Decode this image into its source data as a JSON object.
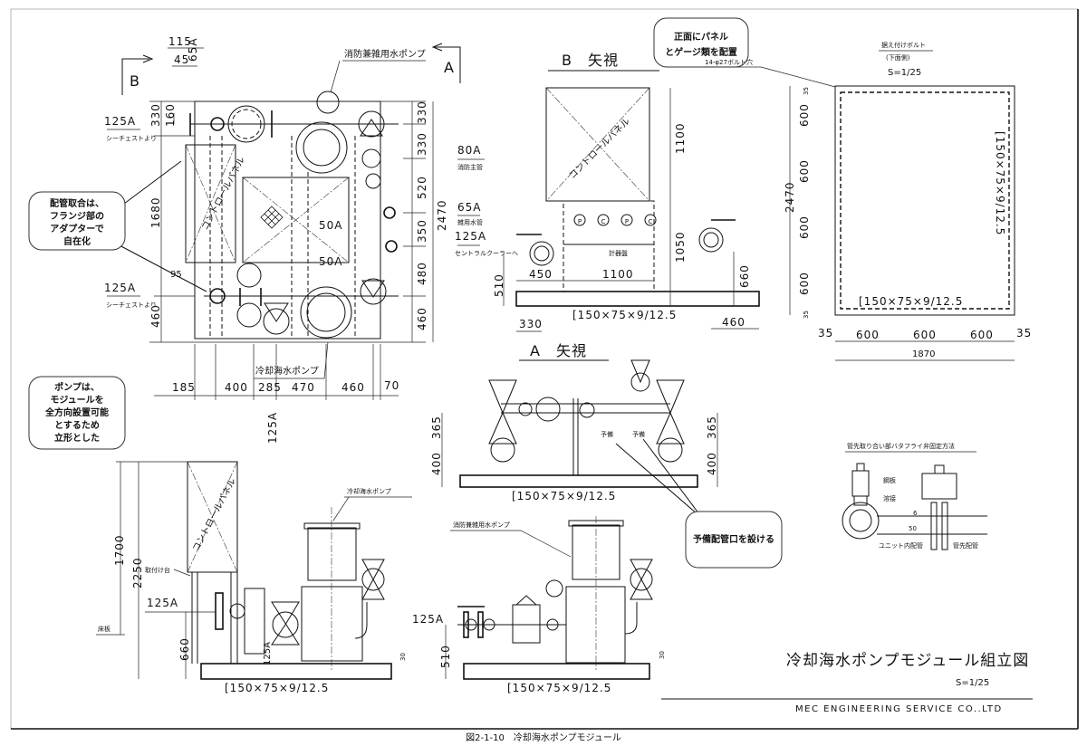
{
  "caption": "図2-1-10　冷却海水ポンプモジュール",
  "title_block": {
    "title": "冷却海水ポンプモジュール組立図",
    "scale": "S=1/25",
    "company": "MEC ENGINEERING SERVICE CO..LTD"
  },
  "callouts": {
    "piping": [
      "配管取合は、",
      "フランジ部の",
      "アダプターで",
      "自在化"
    ],
    "pump": [
      "ポンプは、",
      "モジュールを",
      "全方向設置可能",
      "とするため",
      "立形とした"
    ],
    "panel": [
      "正面にパネル",
      "とゲージ類を配置"
    ],
    "spare": "予備配管口を設ける"
  },
  "plan": {
    "marker_b": "B",
    "marker_a": "A",
    "top_65a": "65A",
    "fire_pump": "消防兼雑用水ポンプ",
    "cooling_pump": "冷却海水ポンプ",
    "control_panel": "コントロールパネル",
    "in_125a_top": "125A",
    "in_125a_top_note": "シーチェストより",
    "in_125a_bot": "125A",
    "in_125a_bot_note": "シーチェストより",
    "out_80a": "80A",
    "out_80a_note": "消防主管",
    "out_65a": "65A",
    "out_65a_note": "雑用水管",
    "out_125a": "125A",
    "out_125a_note": "セントラルクーラーへ",
    "bottom_125a": "125A",
    "pipe_50a_1": "50A",
    "pipe_50a_2": "50A",
    "dims_left": [
      "115",
      "45",
      "330",
      "160",
      "1680",
      "95",
      "460"
    ],
    "dims_right": [
      "330",
      "330",
      "520",
      "350",
      "480",
      "460",
      "2470"
    ],
    "dims_bottom": [
      "185",
      "400",
      "285",
      "470",
      "460",
      "70"
    ]
  },
  "view_b": {
    "title": "B　矢視",
    "control_panel": "コントロールパネル",
    "gauges": [
      "P",
      "C",
      "P",
      "C"
    ],
    "gauge_board": "計器盤",
    "dims": [
      "1100",
      "1050",
      "660",
      "450",
      "1100",
      "510",
      "330",
      "460"
    ],
    "channel": "[150×75×9/12.5"
  },
  "base_plan": {
    "title": "据え付けボルト",
    "subtitle": "(下面側)",
    "scale": "S=1/25",
    "bolt_holes": "14-φ27ボルト穴",
    "dims_left": [
      "35",
      "600",
      "600",
      "600",
      "600",
      "35",
      "2470"
    ],
    "dims_bottom": [
      "35",
      "600",
      "600",
      "600",
      "35",
      "1870"
    ],
    "channel_bottom": "[150×75×9/12.5",
    "channel_side": "[150×75×9/12.5"
  },
  "view_a": {
    "title": "A　矢視",
    "dims": [
      "365",
      "400",
      "365",
      "400"
    ],
    "spare": [
      "予備",
      "予備"
    ],
    "channel": "[150×75×9/12.5"
  },
  "elev_cooling": {
    "pump": "冷却海水ポンプ",
    "control_panel": "コントロールパネル",
    "mount": "取付け台",
    "floor": "床板",
    "inlet": "125A",
    "inlet2": "125A",
    "dims": [
      "1700",
      "2250",
      "660",
      "30"
    ],
    "channel": "[150×75×9/12.5"
  },
  "elev_fire": {
    "pump": "消防兼雑用水ポンプ",
    "inlet": "125A",
    "dims": [
      "510",
      "30"
    ],
    "channel": "[150×75×9/12.5"
  },
  "detail": {
    "title": "管先取り合い部バタフライ弁固定方法",
    "steel_plate": "鋼板",
    "weld": "溶接",
    "dim_6": "6",
    "dim_50": "50",
    "unit_piping": "ユニット内配管",
    "end_piping": "管先配管"
  }
}
